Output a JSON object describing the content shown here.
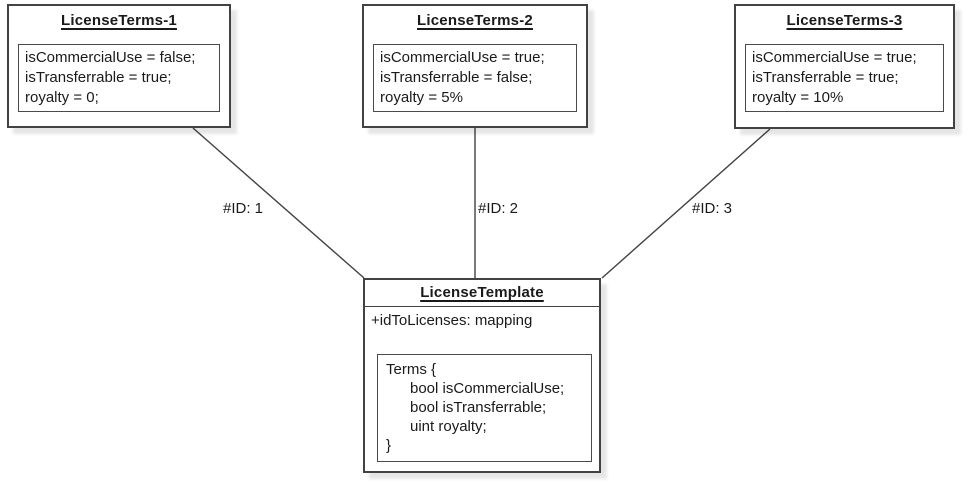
{
  "diagram": {
    "nodes": {
      "terms1": {
        "title": "LicenseTerms-1",
        "attributes": [
          "isCommercialUse = false;",
          "isTransferrable = true;",
          "royalty = 0;"
        ]
      },
      "terms2": {
        "title": "LicenseTerms-2",
        "attributes": [
          "isCommercialUse = true;",
          "isTransferrable = false;",
          "royalty = 5%"
        ]
      },
      "terms3": {
        "title": "LicenseTerms-3",
        "attributes": [
          "isCommercialUse = true;",
          "isTransferrable = true;",
          "royalty = 10%"
        ]
      },
      "template": {
        "title": "LicenseTemplate",
        "field": "+idToLicenses: mapping",
        "struct_lines": [
          "Terms {",
          "bool isCommercialUse;",
          "bool isTransferrable;",
          "uint royalty;",
          "}"
        ]
      }
    },
    "edges": [
      {
        "label": "#ID: 1"
      },
      {
        "label": "#ID: 2"
      },
      {
        "label": "#ID: 3"
      }
    ],
    "colors": {
      "border": "#424242",
      "connector": "#424242",
      "text": "#1a1a1a",
      "background": "#ffffff"
    }
  }
}
